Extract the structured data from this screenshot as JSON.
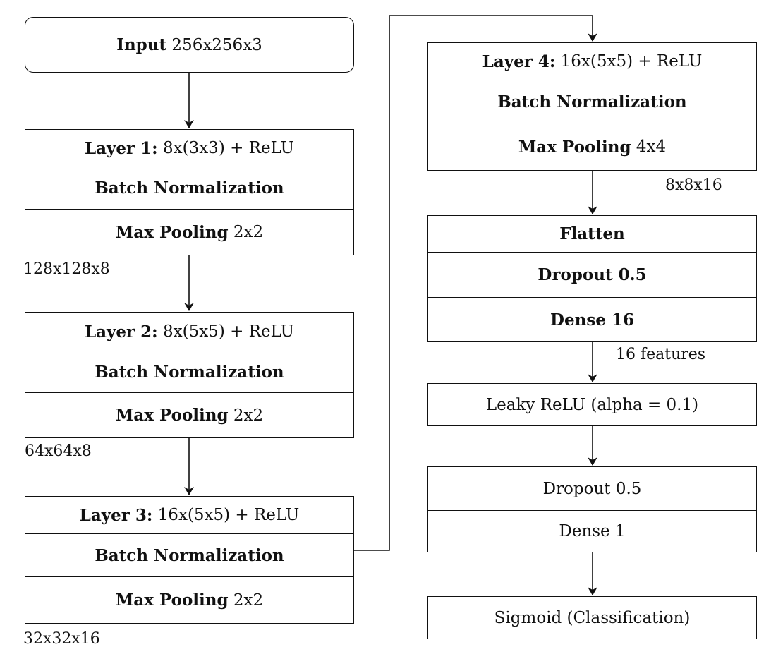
{
  "input": {
    "bold": "Input",
    "plain": "256x256x3"
  },
  "layers": [
    {
      "bold": "Layer 1:",
      "plain": "8x(3x3) + ReLU",
      "norm": "Batch Normalization",
      "pool_bold": "Max Pooling",
      "pool_plain": "2x2",
      "output": "128x128x8"
    },
    {
      "bold": "Layer 2:",
      "plain": "8x(5x5) + ReLU",
      "norm": "Batch Normalization",
      "pool_bold": "Max Pooling",
      "pool_plain": "2x2",
      "output": "64x64x8"
    },
    {
      "bold": "Layer 3:",
      "plain": "16x(5x5) + ReLU",
      "norm": "Batch Normalization",
      "pool_bold": "Max Pooling",
      "pool_plain": "2x2",
      "output": "32x32x16"
    },
    {
      "bold": "Layer 4:",
      "plain": "16x(5x5) + ReLU",
      "norm": "Batch Normalization",
      "pool_bold": "Max Pooling",
      "pool_plain": "4x4",
      "output": "8x8x16"
    }
  ],
  "head": {
    "flatten": "Flatten",
    "dropout1": "Dropout 0.5",
    "dense16": "Dense 16",
    "features": "16 features",
    "leaky": "Leaky ReLU (alpha = 0.1)",
    "dropout2": "Dropout 0.5",
    "dense1": "Dense 1",
    "sigmoid": "Sigmoid (Classification)"
  }
}
